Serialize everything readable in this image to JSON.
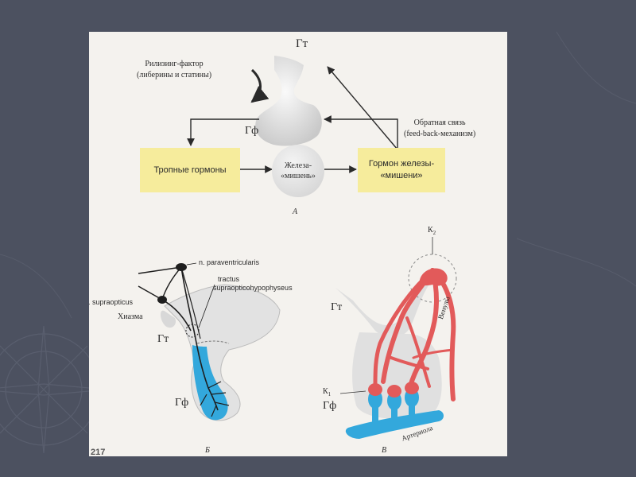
{
  "colors": {
    "background": "#4c5160",
    "panel": "#f4f2ee",
    "box_fill": "#f6ec9c",
    "artery_red": "#e25a5a",
    "portal_blue": "#33a8dc"
  },
  "diagram_a": {
    "hypothalamus_label": "Гт",
    "pituitary_label": "Гф",
    "releasing_factor": {
      "line1": "Рилизинг-фактор",
      "line2": "(либерины и статины)"
    },
    "feedback": {
      "line1": "Обратная связь",
      "line2": "(feed-back-механизм)"
    },
    "box_tropic": "Тропные гормоны",
    "target_gland": {
      "line1": "Железа-",
      "line2": "«мишень»"
    },
    "target_hormone": {
      "line1": "Гормон железы-",
      "line2": "«мишени»"
    },
    "caption": "А"
  },
  "diagram_b": {
    "n_paraventricularis": "n. paraventricularis",
    "tractus_line1": "tractus",
    "tractus_line2": "supraopticohypophyseus",
    "n_supraopticus": "n. supraopticus",
    "chiasma": "Хиазма",
    "hypothalamus_label": "Гт",
    "pituitary_label": "Гф",
    "caption": "Б"
  },
  "diagram_c": {
    "k2": "К",
    "k2_sub": "2",
    "k1": "К",
    "k1_sub": "1",
    "hypothalamus_label": "Гт",
    "pituitary_label": "Гф",
    "venules": "Венулы",
    "arteriole": "Артериола",
    "caption": "В"
  },
  "page_number_fragment": "217"
}
